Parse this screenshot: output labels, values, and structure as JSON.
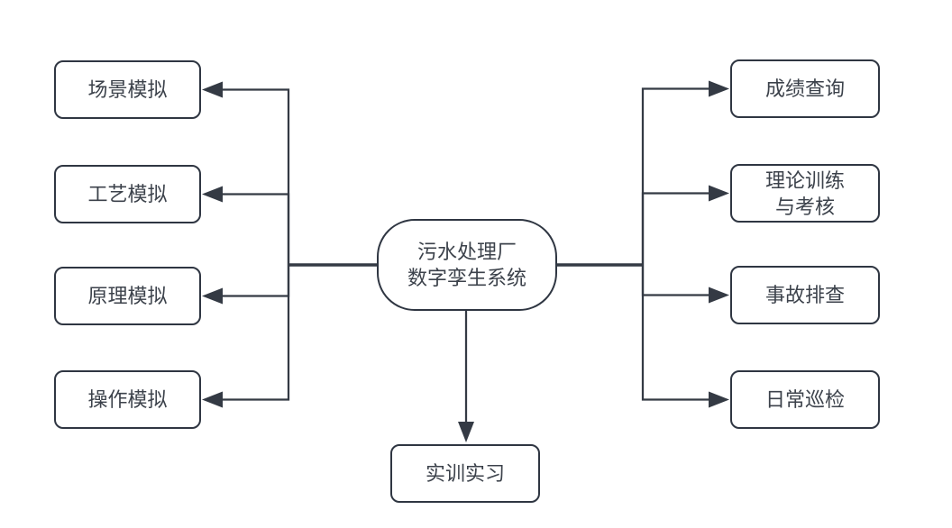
{
  "diagram": {
    "center_node": {
      "label": "污水处理厂\n数字孪生系统"
    },
    "left_nodes": [
      {
        "label": "场景模拟"
      },
      {
        "label": "工艺模拟"
      },
      {
        "label": "原理模拟"
      },
      {
        "label": "操作模拟"
      }
    ],
    "right_nodes": [
      {
        "label": "成绩查询"
      },
      {
        "label": "理论训练\n与考核"
      },
      {
        "label": "事故排查"
      },
      {
        "label": "日常巡检"
      }
    ],
    "bottom_node": {
      "label": "实训实习"
    },
    "colors": {
      "line": "#343a44",
      "border": "#2f3642",
      "text": "#3c424b",
      "background": "#ffffff"
    }
  }
}
